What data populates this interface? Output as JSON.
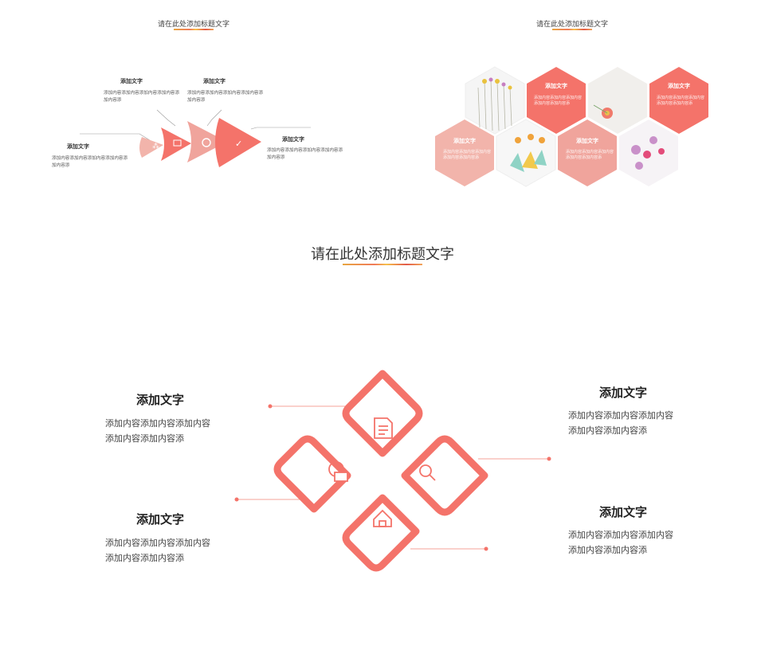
{
  "top_left": {
    "title": "请在此处添加标题文字",
    "items": [
      {
        "heading": "添加文字",
        "body": "添加内容添加内容添加内容添加内容添加内容添"
      },
      {
        "heading": "添加文字",
        "body": "添加内容添加内容添加内容添加内容添加内容添"
      },
      {
        "heading": "添加文字",
        "body": "添加内容添加内容添加内容添加内容添加内容添"
      },
      {
        "heading": "添加文字",
        "body": "添加内容添加内容添加内容添加内容添加内容添"
      }
    ]
  },
  "top_right": {
    "title": "请在此处添加标题文字",
    "hexes": [
      {
        "heading": "添加文字",
        "body": "添加内容添加内容添加内容添加内容添加内容添"
      },
      {
        "heading": "添加文字",
        "body": "添加内容添加内容添加内容添加内容添加内容添"
      },
      {
        "heading": "添加文字",
        "body": "添加内容添加内容添加内容添加内容添加内容添"
      },
      {
        "heading": "添加文字",
        "body": "添加内容添加内容添加内容添加内容添加内容添"
      }
    ]
  },
  "bottom": {
    "title": "请在此处添加标题文字",
    "items": [
      {
        "heading": "添加文字",
        "body": "添加内容添加内容添加内容添加内容添加内容添"
      },
      {
        "heading": "添加文字",
        "body": "添加内容添加内容添加内容添加内容添加内容添"
      },
      {
        "heading": "添加文字",
        "body": "添加内容添加内容添加内容添加内容添加内容添"
      },
      {
        "heading": "添加文字",
        "body": "添加内容添加内容添加内容添加内容添加内容添"
      }
    ],
    "icons": [
      "document-icon",
      "search-icon",
      "home-icon",
      "globe-monitor-icon"
    ]
  },
  "colors": {
    "accent": "#f4736a",
    "accent_light": "#f0a49c",
    "accent_pale": "#f2b4ab"
  }
}
